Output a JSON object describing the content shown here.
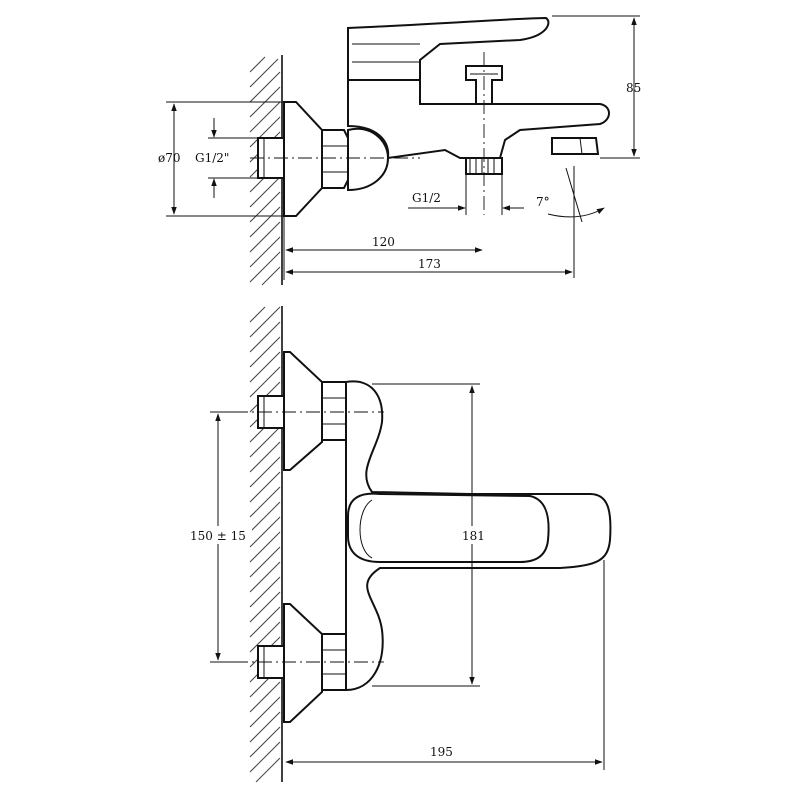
{
  "top_view": {
    "diameter_label": "ø70",
    "inlet_thread_label": "G1/2\"",
    "height_label": "85",
    "spout_thread_label": "G1/2",
    "angle_label": "7°",
    "depth_to_spout_label": "120",
    "depth_total_label": "173"
  },
  "front_view": {
    "center_distance_label": "150 ± 15",
    "height_label": "181",
    "depth_label": "195"
  },
  "colors": {
    "line": "#111111",
    "background": "#ffffff"
  }
}
